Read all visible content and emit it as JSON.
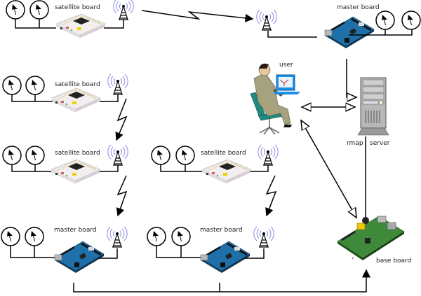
{
  "diagram": {
    "title": "",
    "nodes": {
      "sat1": {
        "label": "satellite board",
        "type": "satellite-board",
        "sensors": 2
      },
      "sat2": {
        "label": "satellite board",
        "type": "satellite-board",
        "sensors": 2
      },
      "sat3": {
        "label": "satellite board",
        "type": "satellite-board",
        "sensors": 2
      },
      "sat4": {
        "label": "satellite board",
        "type": "satellite-board",
        "sensors": 2
      },
      "masterTop": {
        "label": "master board",
        "type": "master-board",
        "sensors": 2
      },
      "masterLeft": {
        "label": "master board",
        "type": "master-board",
        "sensors": 2
      },
      "masterMid": {
        "label": "master board",
        "type": "master-board",
        "sensors": 2
      },
      "user": {
        "label": "user",
        "type": "user-workstation"
      },
      "server": {
        "label_left": "rmap",
        "label_right": "server",
        "type": "server"
      },
      "base": {
        "label": "base board",
        "type": "base-board"
      }
    },
    "links": [
      {
        "from": "sat1",
        "to": "masterTop",
        "kind": "radio"
      },
      {
        "from": "sat2",
        "to": "sat3",
        "kind": "radio"
      },
      {
        "from": "sat3",
        "to": "masterLeft",
        "kind": "radio"
      },
      {
        "from": "sat4",
        "to": "masterMid",
        "kind": "radio"
      },
      {
        "from": "masterTop",
        "to": "server",
        "kind": "wired"
      },
      {
        "from": "user",
        "to": "server",
        "kind": "bidirectional"
      },
      {
        "from": "user",
        "to": "base",
        "kind": "bidirectional"
      },
      {
        "from": "server",
        "to": "base",
        "kind": "wired"
      },
      {
        "from": "masterLeft",
        "to": "base",
        "kind": "wired"
      },
      {
        "from": "masterMid",
        "to": "base",
        "kind": "wired"
      }
    ],
    "colors": {
      "line": "#000000",
      "antenna_waves": "#8a8ae6",
      "board_blue": "#1f6fa8",
      "board_green": "#3e8a3a",
      "server_gray": "#b8b8b8",
      "monitor_blue": "#1e8ee8",
      "chair_teal": "#1f8a80",
      "suit_khaki": "#a7a27e"
    }
  }
}
